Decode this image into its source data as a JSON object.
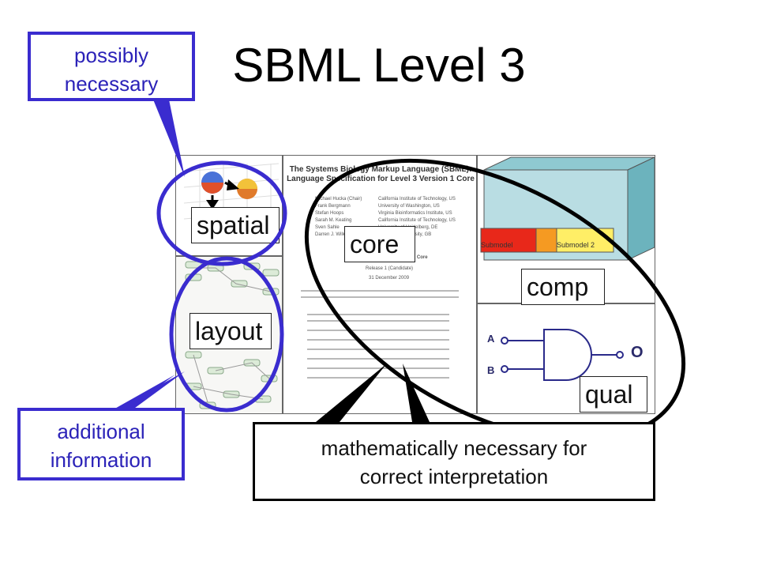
{
  "title": "SBML Level 3",
  "callouts": {
    "top": {
      "line1": "possibly",
      "line2": "necessary"
    },
    "bottom": {
      "line1": "additional",
      "line2": "information"
    },
    "main": {
      "line1": "mathematically necessary for",
      "line2": "correct interpretation"
    }
  },
  "packages": {
    "spatial": "spatial",
    "core": "core",
    "layout": "layout",
    "comp": "comp",
    "qual": "qual"
  },
  "core_doc": {
    "title1": "The Systems Biology Markup Language (SBML):",
    "title2": "Language Specification for Level 3 Version 1 Core",
    "authors": [
      "Michael Hucka (Chair)",
      "Frank Bergmann",
      "Stefan Hoops",
      "Sarah M. Keating",
      "Sven Sahle",
      "Darren J. Wilkinson"
    ],
    "affiliations": [
      "California Institute of Technology, US",
      "University of Washington, US",
      "Virginia Bioinformatics Institute, US",
      "California Institute of Technology, US",
      "University of Heidelberg, DE",
      "Newcastle University, GB"
    ],
    "release_label": "SBML Level 3 Version 1 Core",
    "release": "Release 1 (Candidate)",
    "date": "31 December 2009"
  },
  "comp_labels": {
    "sub1": "Submodel",
    "sub2": "Submodel 2"
  },
  "qual_labels": {
    "a": "A",
    "b": "B",
    "o": "O"
  },
  "colors": {
    "callout_border": "#3a2ccf",
    "ellipse": "#000000",
    "circle": "#3a2ccf",
    "box_teal": "#b9dde3"
  }
}
